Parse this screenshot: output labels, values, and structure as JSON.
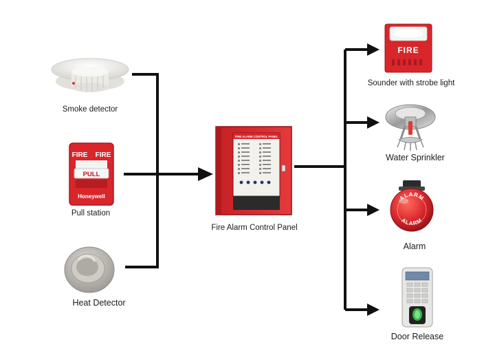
{
  "inputs": [
    {
      "label": "Smoke detector"
    },
    {
      "label": "Pull station",
      "sign_top_left": "FIRE",
      "sign_top_right": "FIRE",
      "handle_text": "PULL",
      "brand": "Honeywell"
    },
    {
      "label": "Heat Detector"
    }
  ],
  "panel": {
    "label": "Fire Alarm Control Panel",
    "display_header": "FIRE ALARM CONTROL PANEL"
  },
  "outputs": [
    {
      "label": "Sounder with strobe light",
      "sign_text": "FIRE"
    },
    {
      "label": "Water Sprinkler"
    },
    {
      "label": "Alarm",
      "bell_text_top": "ALARM",
      "bell_text_bottom": "ALARM"
    },
    {
      "label": "Door Release"
    }
  ],
  "colors": {
    "line": "#111111",
    "device_red": "#d8262b",
    "device_dark_red": "#a81a1f",
    "device_white": "#f1f1ee",
    "device_grey": "#b9b6b0"
  }
}
